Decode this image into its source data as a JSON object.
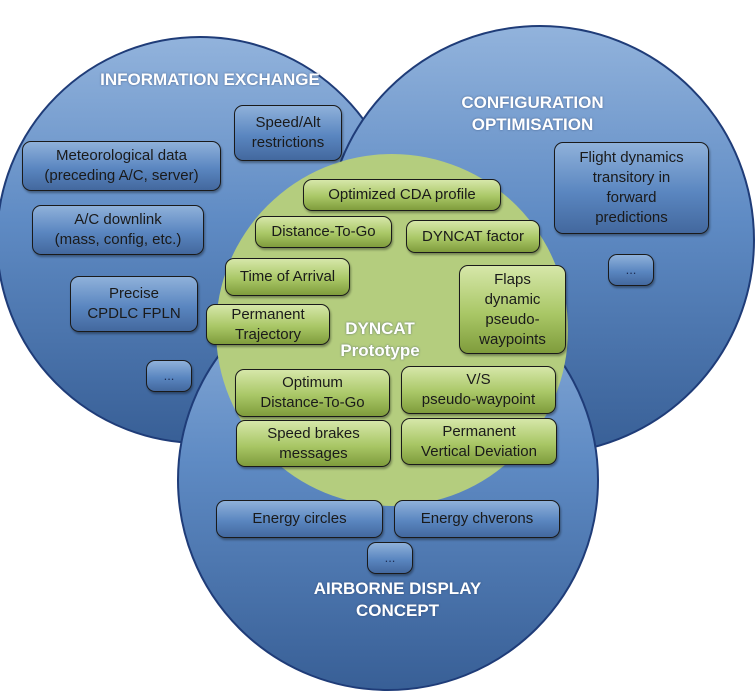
{
  "diagram": {
    "colors": {
      "blue_circle_top": "#92b3dc",
      "blue_circle_bottom": "#385f96",
      "blue_circle_border": "#1f3c78",
      "green_circle": "#b4cd7e",
      "title_text": "#ffffff",
      "box_text": "#1a1a1a"
    },
    "circles": {
      "information_exchange": {
        "title": "INFORMATION EXCHANGE",
        "items": [
          "Speed/Alt\nrestrictions",
          "Meteorological data\n(preceding A/C, server)",
          "A/C downlink\n(mass, config, etc.)",
          "Precise\nCPDLC FPLN",
          "..."
        ]
      },
      "configuration_optimisation": {
        "title": "CONFIGURATION\nOPTIMISATION",
        "items": [
          "Flight dynamics\ntransitory in\nforward\npredictions",
          "..."
        ]
      },
      "airborne_display_concept": {
        "title": "AIRBORNE DISPLAY\nCONCEPT",
        "items": [
          "Energy circles",
          "Energy chverons",
          "..."
        ]
      },
      "dyncat_prototype": {
        "title": "DYNCAT\nPrototype",
        "items": [
          "Optimized CDA profile",
          "Distance-To-Go",
          "DYNCAT factor",
          "Time of Arrival",
          "Permanent\nTrajectory",
          "Flaps\ndynamic\npseudo-\nwaypoints",
          "Optimum\nDistance-To-Go",
          "V/S\npseudo-waypoint",
          "Speed brakes\nmessages",
          "Permanent\nVertical Deviation"
        ]
      }
    }
  }
}
